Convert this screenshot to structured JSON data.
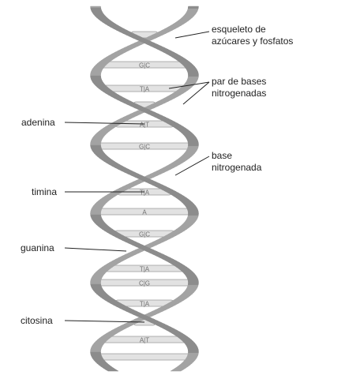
{
  "labels": {
    "backbone_line1": "esqueleto de",
    "backbone_line2": "azúcares y fosfatos",
    "base_pair_line1": "par de bases",
    "base_pair_line2": "nitrogenadas",
    "base_line1": "base",
    "base_line2": "nitrogenada",
    "adenine": "adenina",
    "thymine": "timina",
    "guanine": "guanina",
    "cytosine": "citosina"
  },
  "rung_letters": [
    "G|C",
    "T|A",
    "A|T",
    "G|C",
    "T|A",
    "A",
    "G|C",
    "T|A",
    "C|G",
    "T|A",
    "A|T"
  ],
  "colors": {
    "strand": "#8c8c8c",
    "strand_edge": "#4a4a4a",
    "rung": "#e2e2e2",
    "text": "#222222"
  }
}
